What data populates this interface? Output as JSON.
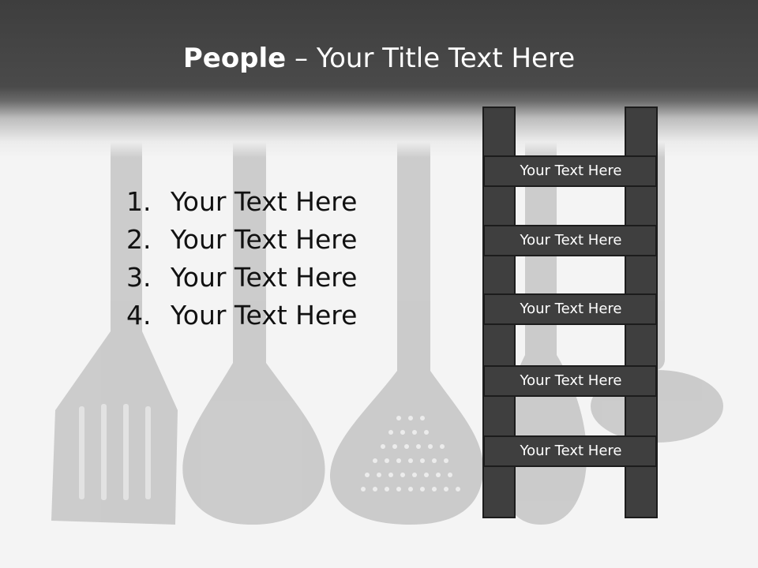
{
  "title": {
    "bold": "People",
    "separator": " – ",
    "rest": "Your Title Text Here"
  },
  "list": [
    {
      "number": "1.",
      "text": "Your Text Here"
    },
    {
      "number": "2.",
      "text": "Your Text Here"
    },
    {
      "number": "3.",
      "text": "Your Text Here"
    },
    {
      "number": "4.",
      "text": "Your Text Here"
    }
  ],
  "ladder": {
    "rungs": [
      {
        "label": "Your Text Here"
      },
      {
        "label": "Your Text Here"
      },
      {
        "label": "Your Text Here"
      },
      {
        "label": "Your Text Here"
      },
      {
        "label": "Your Text Here"
      }
    ]
  },
  "colors": {
    "header": "#444444",
    "ladder_fill": "#3f3f3f",
    "ladder_stroke": "#1c1c1c",
    "utensils": "#c8c8c8"
  },
  "background_image": "kitchen-utensils-photo"
}
